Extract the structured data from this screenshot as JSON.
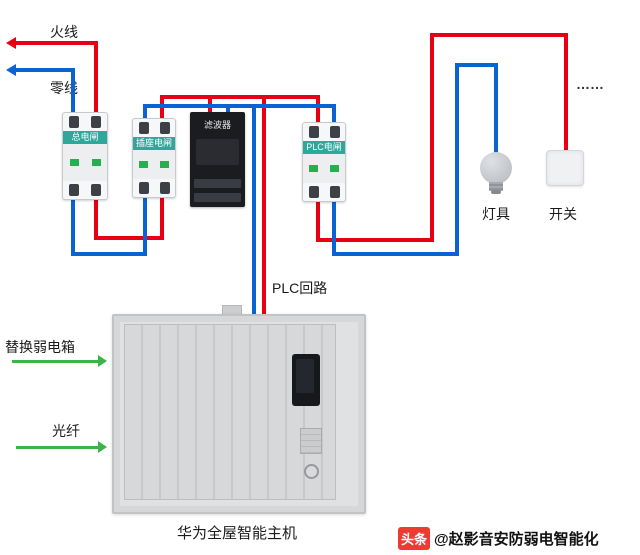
{
  "diagram": {
    "labels": {
      "live": "火线",
      "neutral": "零线",
      "plc_loop": "PLC回路",
      "more": "……",
      "lamp": "灯具",
      "switch": "开关",
      "replace_box": "替换弱电箱",
      "fiber": "光纤",
      "host_caption": "华为全屋智能主机"
    },
    "devices": {
      "main_breaker": "总电闸",
      "socket_breaker": "插座电闸",
      "filter": "滤波器",
      "plc_breaker": "PLC电闸"
    },
    "watermark": {
      "badge": "头条",
      "handle": "@赵影音安防弱电智能化"
    },
    "colors": {
      "live": "#e60012",
      "neutral": "#0a63d4",
      "arrow": "#3cb44a",
      "band": "#2fa89c",
      "badge": "#ed3b2f"
    }
  }
}
